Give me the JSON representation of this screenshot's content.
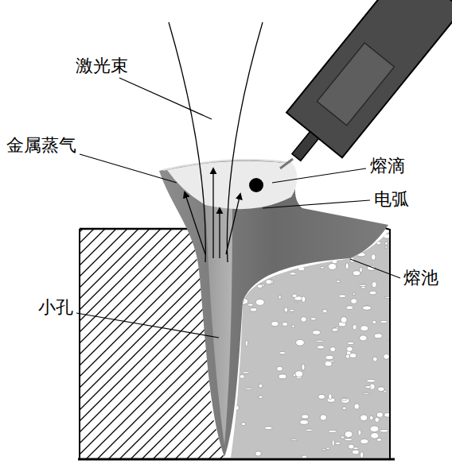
{
  "diagram": {
    "labels": [
      "激光束",
      "金属蒸气",
      "熔滴",
      "电弧",
      "熔池",
      "小孔"
    ]
  }
}
